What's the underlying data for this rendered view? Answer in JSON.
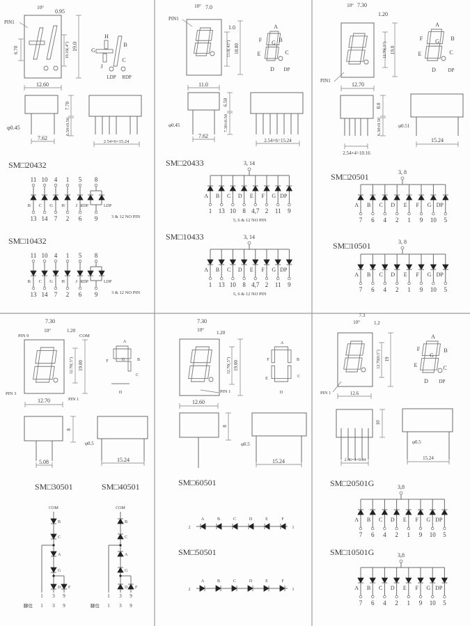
{
  "panels": [
    {
      "front": {
        "pin1": "PIN1",
        "angle": "10°",
        "seg_width": "0.95",
        "seg_height": "6.70",
        "digit_height": "10.16(.4\")",
        "height": "19.0",
        "width": "12.60"
      },
      "segment_labels": {
        "H": "H",
        "G": "G",
        "B": "B",
        "J": "J",
        "C": "C",
        "LDP": "LDP",
        "RDP": "RDP"
      },
      "side": {
        "body_height": "7.70",
        "pin_length": "6.50±0.50",
        "pin_dia": "φ0.45",
        "row_spacing": "7.62",
        "pitch": "2.54×6=15.24"
      },
      "circuits": [
        {
          "title": "SM□20432",
          "direction": "up",
          "top_pins": [
            "11",
            "10",
            "4",
            "1",
            "5",
            "8"
          ],
          "segments": [
            "B",
            "C",
            "G",
            "H",
            "J",
            "RDP",
            "LDP"
          ],
          "bottom_pins": [
            "13",
            "14",
            "7",
            "2",
            "6",
            "9"
          ],
          "note": "3 & 12  NO  PIN"
        },
        {
          "title": "SM□10432",
          "direction": "down",
          "top_pins": [
            "11",
            "10",
            "4",
            "1",
            "5",
            "8"
          ],
          "segments": [
            "B",
            "C",
            "G",
            "H",
            "J",
            "RDP",
            "LDP"
          ],
          "bottom_pins": [
            "13",
            "14",
            "7",
            "2",
            "6",
            "9"
          ],
          "note": "3 & 12  NO  PIN"
        }
      ]
    },
    {
      "front": {
        "pin1": "PIN1",
        "angle": "10°",
        "digit_width": "7.0",
        "seg_offset": "1.0",
        "digit_height": "11.0(.43\")",
        "height": "18.80",
        "width": "11.0"
      },
      "segment_labels": {
        "A": "A",
        "B": "B",
        "C": "C",
        "D": "D",
        "E": "E",
        "F": "F",
        "G": "G",
        "DP": "DP"
      },
      "side": {
        "body_height": "6.50",
        "pin_length": "7.30±0.50",
        "pin_dia": "φ0.45",
        "row_spacing": "7.62",
        "pitch": "2.54×6=15.24"
      },
      "circuits": [
        {
          "title": "SM□20433",
          "direction": "up",
          "common": "3, 14",
          "segments": [
            "A",
            "B",
            "C",
            "D",
            "E",
            "F",
            "G",
            "DP"
          ],
          "pins": [
            "1",
            "13",
            "10",
            "8",
            "4,7",
            "2",
            "11",
            "9"
          ],
          "note": "5, 6 & 12  NO  PIN"
        },
        {
          "title": "SM□10433",
          "direction": "down",
          "common": "3, 14",
          "segments": [
            "A",
            "B",
            "C",
            "D",
            "E",
            "F",
            "G",
            "DP"
          ],
          "pins": [
            "1",
            "13",
            "10",
            "8",
            "4,7",
            "2",
            "11",
            "9"
          ],
          "note": "5, 6 & 12  NO  PIN"
        }
      ]
    },
    {
      "front": {
        "pin1": "PIN1",
        "angle": "10°",
        "digit_width": "7.30",
        "seg_offset": "1.20",
        "digit_height": "12.70(.5\")",
        "height": "19.0",
        "width": "12.70"
      },
      "segment_labels": {
        "A": "A",
        "B": "B",
        "C": "C",
        "D": "D",
        "E": "E",
        "F": "F",
        "G": "G",
        "DP": "DP"
      },
      "side": {
        "body_height": "8.0",
        "pin_length": "6.30±0.50",
        "pin_dia": "φ0.51",
        "pitch": "2.54×4=10.16",
        "row_spacing": "15.24"
      },
      "circuits": [
        {
          "title": "SM□20501",
          "direction": "up",
          "common": "3, 8",
          "segments": [
            "A",
            "B",
            "C",
            "D",
            "E",
            "F",
            "G",
            "DP"
          ],
          "pins": [
            "7",
            "6",
            "4",
            "2",
            "1",
            "9",
            "10",
            "5"
          ]
        },
        {
          "title": "SM□10501",
          "direction": "down",
          "common": "3, 8",
          "segments": [
            "A",
            "B",
            "C",
            "D",
            "E",
            "F",
            "G",
            "DP"
          ],
          "pins": [
            "7",
            "6",
            "4",
            "2",
            "1",
            "9",
            "10",
            "5"
          ]
        }
      ]
    },
    {
      "front": {
        "pin9": "PIN 9",
        "pin3": "PIN 3",
        "pin1": "PIN 1",
        "com": "COM",
        "angle": "10°",
        "digit_width": "7.30",
        "seg_offset": "1.20",
        "digit_height": "12.70(.5\")",
        "height": "19.00",
        "width": "12.70"
      },
      "segment_labels": {
        "A": "A",
        "B": "B",
        "C": "C",
        "D": "D",
        "F": "F",
        "G": "G"
      },
      "side": {
        "body_height": "8",
        "row_spacing": "5.08",
        "pin_dia": "φ0.5",
        "pitch": "15.24"
      },
      "circuits": [
        {
          "title": "SM□30501",
          "direction": "down",
          "com": "COM",
          "chain": [
            "B",
            "C",
            "A",
            "G",
            "D",
            "F"
          ],
          "pins": [
            "1",
            "3",
            "9"
          ],
          "pin_label": "腳位",
          "pin_values": [
            "1",
            "3",
            "9"
          ]
        },
        {
          "title": "SM□40501",
          "direction": "up",
          "com": "COM",
          "chain": [
            "B",
            "C",
            "A",
            "G",
            "D",
            "F"
          ],
          "pins": [
            "1",
            "3",
            "9"
          ],
          "pin_label": "腳位",
          "pin_values": [
            "1",
            "3",
            "9"
          ]
        }
      ]
    },
    {
      "front": {
        "pin1": "PIN 1",
        "angle": "10°",
        "digit_width": "7.30",
        "seg_offset": "1.20",
        "digit_height": "12.70(.5\")",
        "height": "19.00",
        "width": "12.60"
      },
      "segment_labels": {
        "A": "A",
        "B": "B",
        "C": "C",
        "D": "D",
        "E": "E",
        "F": "F"
      },
      "side": {
        "body_height": "8",
        "pin_dia": "φ0.5",
        "pitch": "15.24"
      },
      "circuits": [
        {
          "title": "SM□60501",
          "direction": "left",
          "start": "2",
          "end": "1",
          "segments": [
            "A",
            "B",
            "C",
            "D",
            "E",
            "F"
          ]
        },
        {
          "title": "SM□50501",
          "direction": "right",
          "start": "2",
          "end": "1",
          "segments": [
            "A",
            "B",
            "C",
            "D",
            "E",
            "F"
          ]
        }
      ]
    },
    {
      "front": {
        "pin1": "PIN 1",
        "angle": "10°",
        "digit_width": "7.3",
        "seg_offset": "1.2",
        "digit_height": "12.70(0.5\")",
        "height": "19",
        "width": "12.6"
      },
      "segment_labels": {
        "A": "A",
        "B": "B",
        "C": "C",
        "D": "D",
        "E": "E",
        "F": "F",
        "G": "G",
        "DP": "DP"
      },
      "side": {
        "body_height": "10",
        "pitch_small": "2.46×4=9.84",
        "pin_dia": "φ0.5",
        "row_spacing": "15.24"
      },
      "circuits": [
        {
          "title": "SM□20501G",
          "direction": "up",
          "common": "3,8",
          "segments": [
            "A",
            "B",
            "C",
            "D",
            "E",
            "F",
            "G",
            "DP"
          ],
          "pins": [
            "7",
            "6",
            "4",
            "2",
            "1",
            "9",
            "10",
            "5"
          ]
        },
        {
          "title": "SM□10501G",
          "direction": "down",
          "common": "3,8",
          "segments": [
            "A",
            "B",
            "C",
            "D",
            "E",
            "F",
            "G",
            "DP"
          ],
          "pins": [
            "7",
            "6",
            "4",
            "2",
            "1",
            "9",
            "10",
            "5"
          ]
        }
      ]
    }
  ]
}
